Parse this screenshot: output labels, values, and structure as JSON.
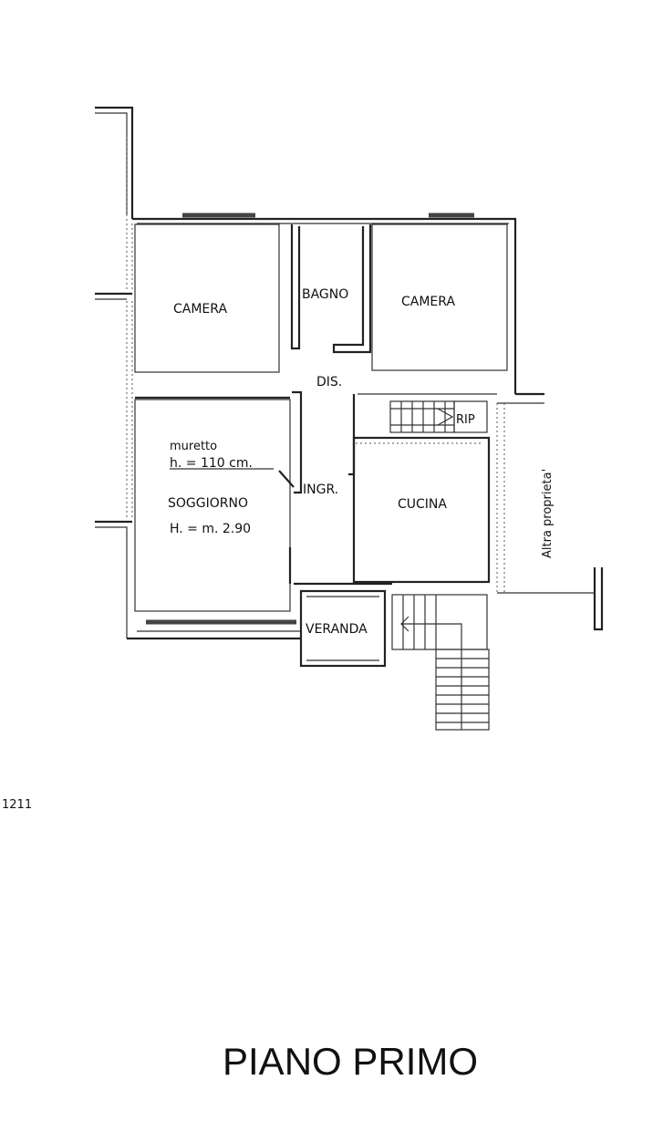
{
  "drawing": {
    "title": "PIANO PRIMO",
    "sheet_number": "1211",
    "rooms": {
      "camera_left": "CAMERA",
      "bagno": "BAGNO",
      "camera_right": "CAMERA",
      "disimpegno": "DIS.",
      "ripostiglio": "RIP",
      "soggiorno": "SOGGIORNO",
      "soggiorno_height": "H. = m. 2.90",
      "muretto": "muretto",
      "muretto_height": "h. = 110 cm.",
      "ingresso": "INGR.",
      "cucina": "CUCINA",
      "veranda": "VERANDA"
    },
    "neighbour": "Altra proprieta'"
  }
}
